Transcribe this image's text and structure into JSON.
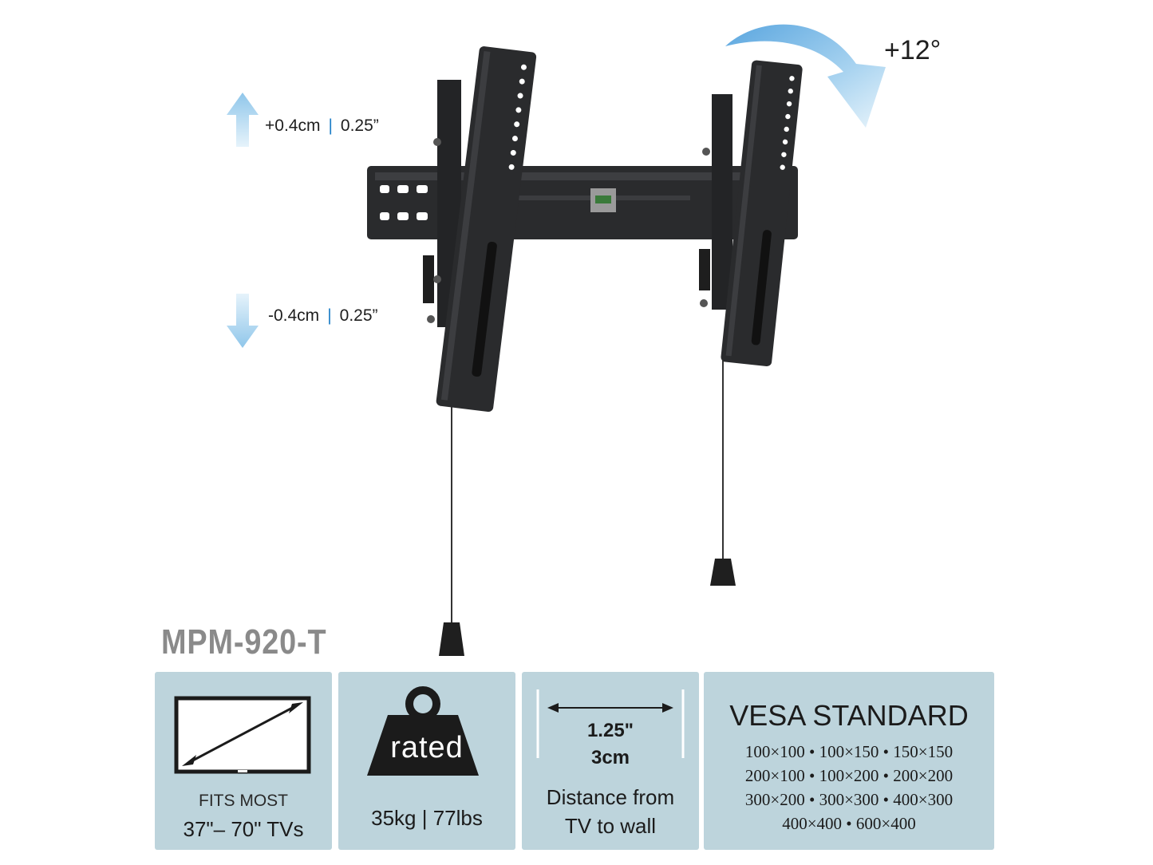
{
  "adjust": {
    "up": {
      "metric": "+0.4cm",
      "sep": "|",
      "imperial": "0.25”"
    },
    "down": {
      "metric": "-0.4cm",
      "sep": "|",
      "imperial": "0.25”"
    }
  },
  "tilt": {
    "label": "+12°"
  },
  "model": "MPM-920-T",
  "cards": {
    "fits": {
      "line1": "FITS MOST",
      "line2": "37\"– 70\"  TVs"
    },
    "weight": {
      "badge": "rated",
      "value": "35kg | 77lbs"
    },
    "distance": {
      "imperial": "1.25\"",
      "metric": "3cm",
      "line1": "Distance from",
      "line2": "TV to wall"
    },
    "vesa": {
      "title": "VESA STANDARD",
      "lines": [
        "100×100 • 100×150 • 150×150",
        "200×100 • 100×200 • 200×200",
        "300×200 • 300×300 • 400×300",
        "400×400 • 600×400"
      ]
    }
  },
  "colors": {
    "card_bg": "#bdd4dc",
    "accent_blue": "#1f7fc7",
    "model_gray": "#8a8a8a",
    "metal": "#2a2b2d"
  },
  "icons": [
    "arrow-up-icon",
    "arrow-down-icon",
    "tilt-arrow-icon",
    "tv-diagonal-icon",
    "weight-icon",
    "distance-arrow-icon"
  ]
}
